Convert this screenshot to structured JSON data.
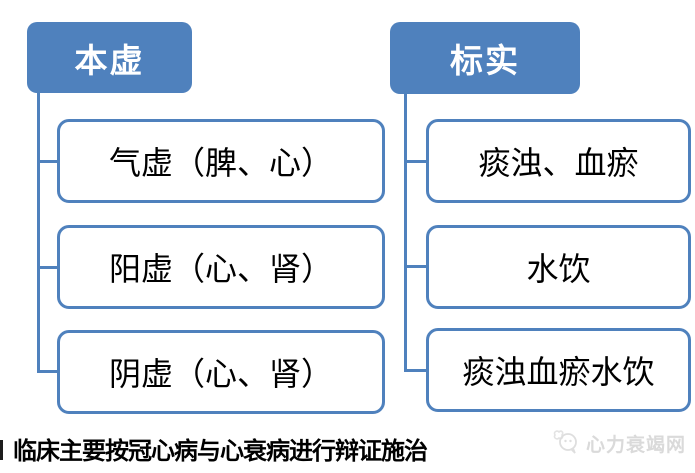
{
  "diagram": {
    "left": {
      "header": "本虚",
      "children": [
        "气虚（脾、心）",
        "阳虚（心、肾）",
        "阴虚（心、肾）"
      ]
    },
    "right": {
      "header": "标实",
      "children": [
        "痰浊、血瘀",
        "水饮",
        "痰浊血瘀水饮"
      ]
    }
  },
  "caption": {
    "text": "临床主要按冠心病与心衰病进行辩证施治"
  },
  "watermark": {
    "label": "心力衰竭网",
    "icon": "megaphone-icon"
  },
  "colors": {
    "accent": "#4f81bd",
    "node_fill": "#ffffff",
    "header_text": "#ffffff",
    "body_text": "#000000",
    "watermark_text": "#dadada"
  }
}
